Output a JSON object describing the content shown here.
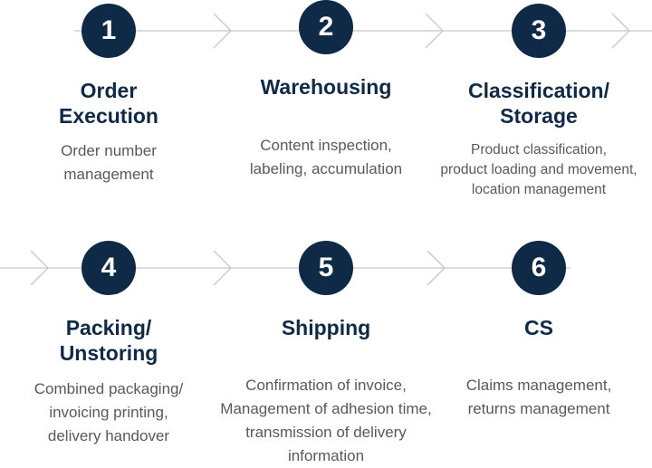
{
  "steps": [
    {
      "number": "1",
      "title": "Order\nExecution",
      "description": "Order number\nmanagement"
    },
    {
      "number": "2",
      "title": "Warehousing",
      "description": "Content inspection,\nlabeling, accumulation"
    },
    {
      "number": "3",
      "title": "Classification/\nStorage",
      "description": "Product classification,\nproduct loading and movement,\nlocation management"
    },
    {
      "number": "4",
      "title": "Packing/\nUnstoring",
      "description": "Combined packaging/\ninvoicing printing,\ndelivery handover"
    },
    {
      "number": "5",
      "title": "Shipping",
      "description": "Confirmation of invoice,\nManagement of adhesion time,\ntransmission of delivery\ninformation"
    },
    {
      "number": "6",
      "title": "CS",
      "description": "Claims management,\nreturns management"
    }
  ],
  "colors": {
    "circle": "#0f2a47",
    "title": "#0f2a47",
    "description": "#555a60",
    "connector": "#c8c8c8"
  },
  "icons": [
    "chevron-right-icon"
  ]
}
